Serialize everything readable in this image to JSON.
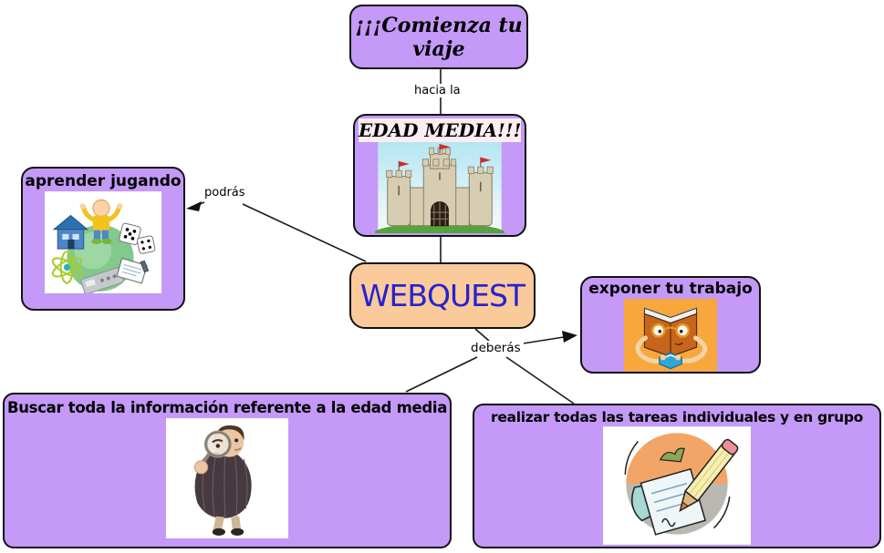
{
  "colors": {
    "node_fill_purple": "#c499f7",
    "node_fill_orange": "#fbca9b",
    "node_border": "#111111",
    "webquest_text_blue": "#2424cf",
    "background": "#ffffff"
  },
  "nodes": {
    "comienza": {
      "label": "¡¡¡Comienza tu viaje"
    },
    "edad_media": {
      "label": "EDAD MEDIA!!!",
      "image": "castle-photo"
    },
    "webquest": {
      "label": "WEBQUEST"
    },
    "aprender": {
      "label": "aprender jugando",
      "image": "child-learning-games-clipart"
    },
    "exponer": {
      "label": "exponer tu trabajo",
      "image": "reading-book-character-clipart"
    },
    "buscar": {
      "label": "Buscar toda la información referente a la edad media",
      "image": "person-magnifying-glass-photo"
    },
    "realizar": {
      "label": "realizar todas las tareas individuales y en grupo",
      "image": "pencil-writing-note-clipart"
    }
  },
  "connector_labels": {
    "hacia_la": "hacia la",
    "podras": "podrás",
    "deberas": "deberás"
  }
}
